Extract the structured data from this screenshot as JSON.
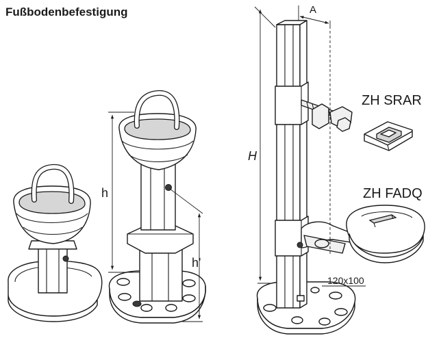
{
  "title": "Fußbodenbefestigung",
  "labels": {
    "dim_a": "A",
    "dim_H": "H",
    "dim_h": "h",
    "dim_h_prime": "h'",
    "zh_srar": "ZH SRAR",
    "zh_fadq": "ZH FADQ",
    "plate_size": "120x100"
  }
}
